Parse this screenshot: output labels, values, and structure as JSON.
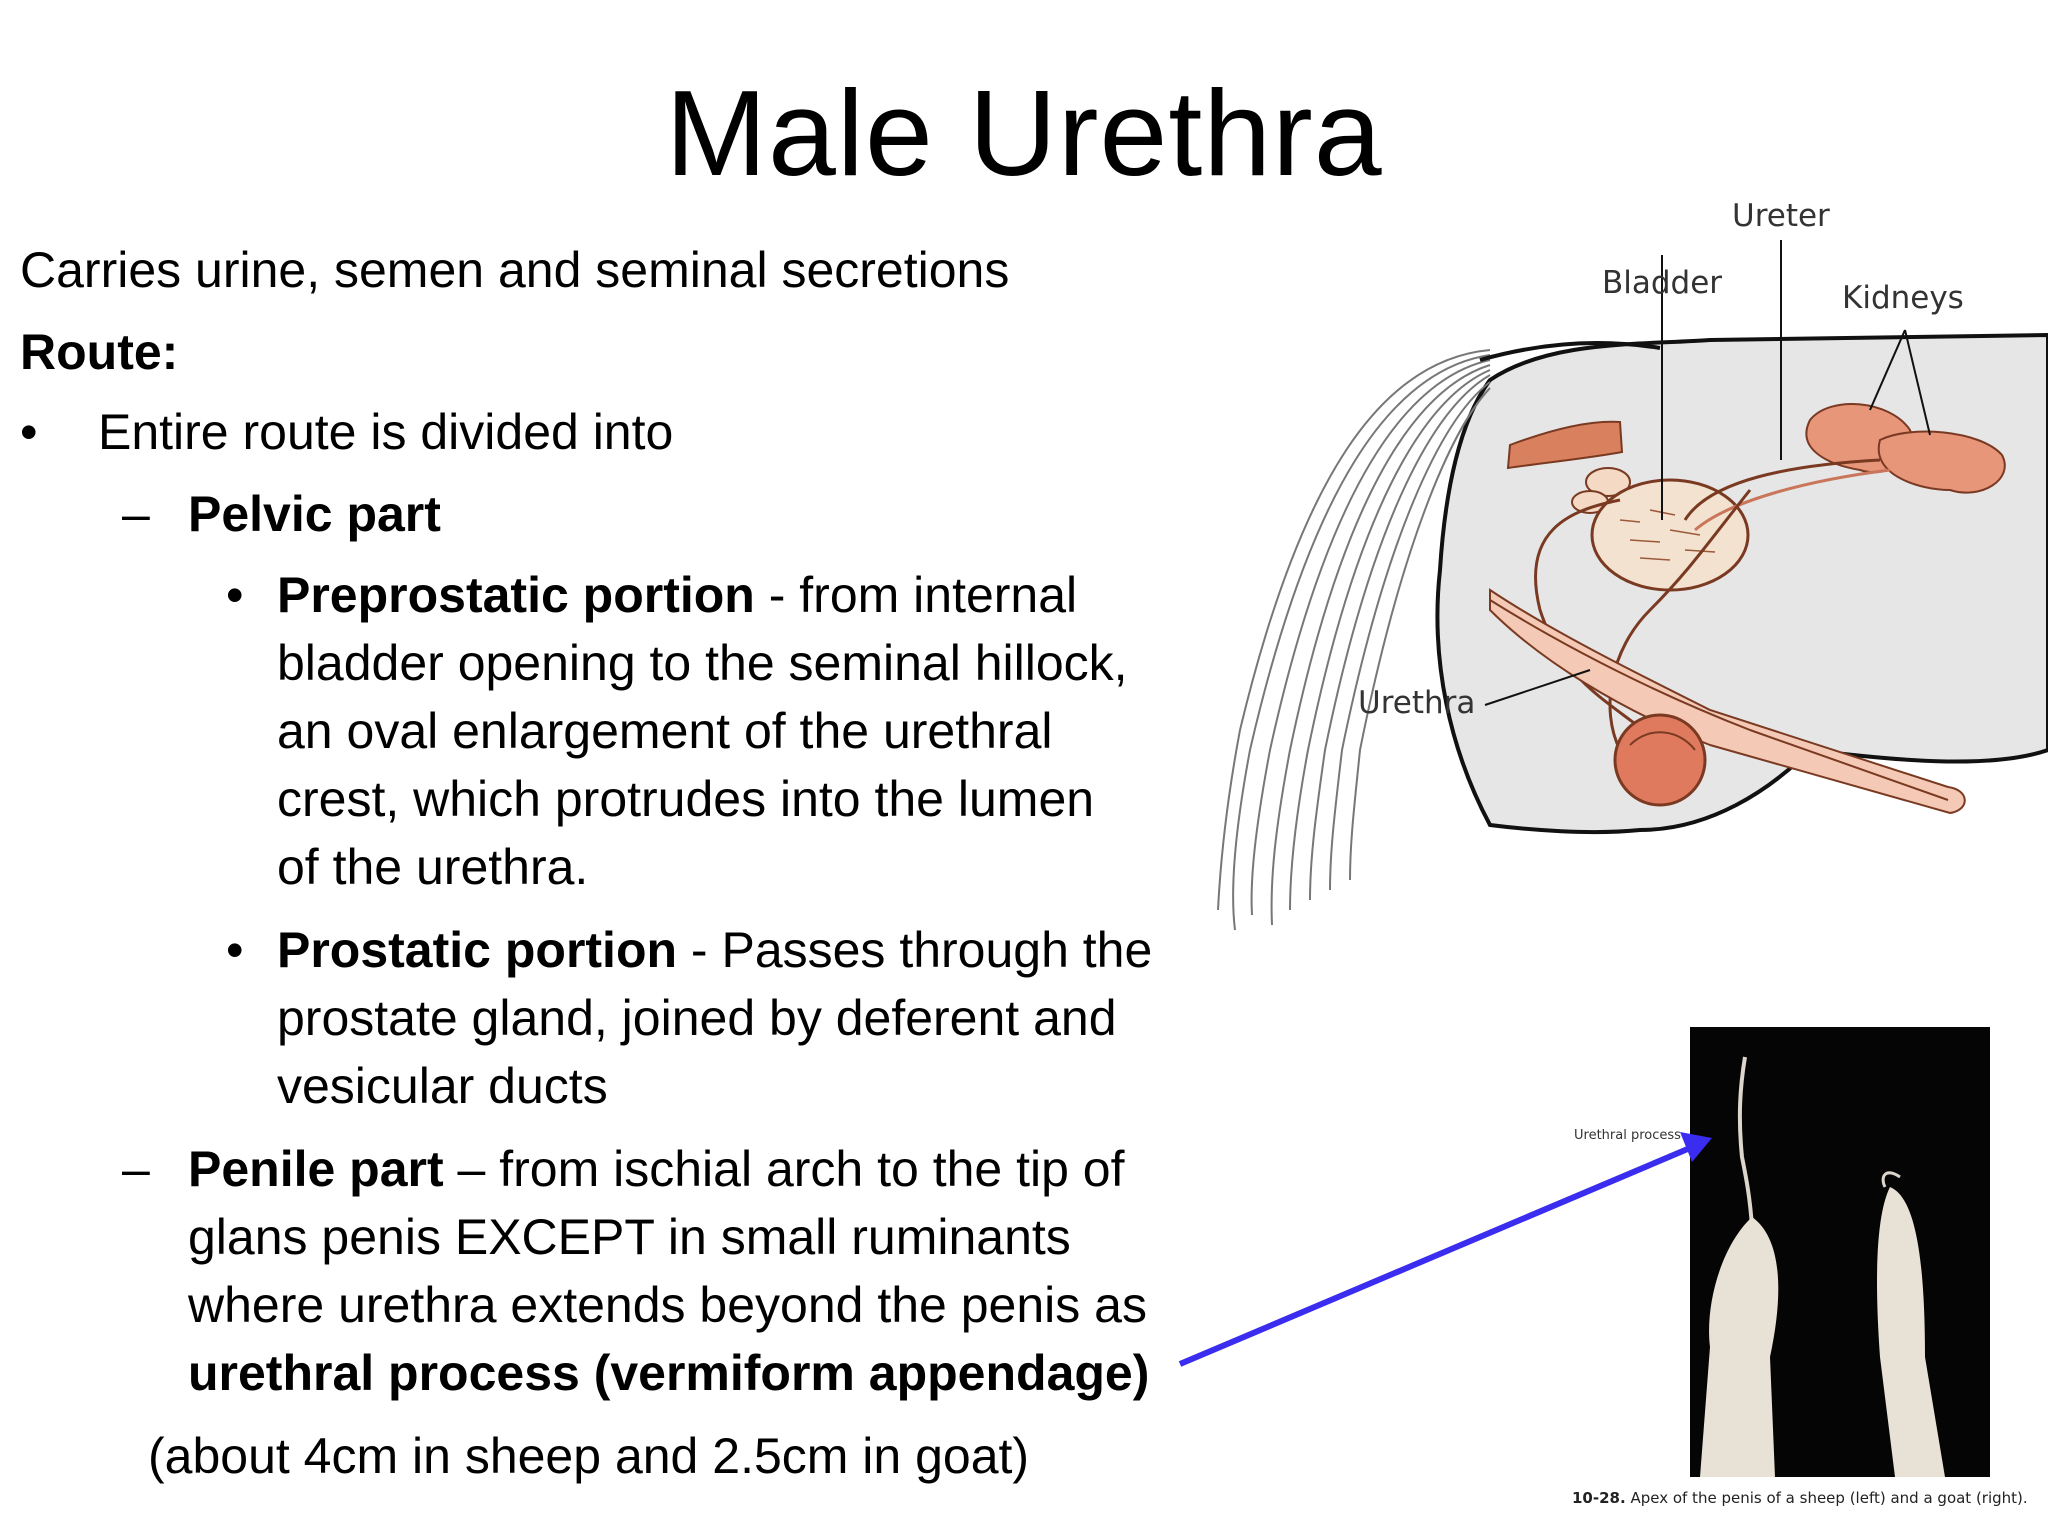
{
  "slide": {
    "title": "Male Urethra",
    "intro": "Carries urine, semen and seminal secretions",
    "route_label": "Route:",
    "bullet_1": "Entire route is divided into",
    "pelvic_heading": "Pelvic part",
    "preprostatic_heading": "Preprostatic portion",
    "preprostatic_lines": [
      " - from internal",
      "bladder opening to the seminal hillock,",
      "an oval enlargement of the urethral",
      "crest, which protrudes into the lumen",
      "of the urethra."
    ],
    "prostatic_heading": "Prostatic portion",
    "prostatic_lines": [
      " - Passes through the",
      "prostate gland, joined by deferent and",
      "vesicular ducts"
    ],
    "penile_heading": "Penile part",
    "penile_lines": [
      " – from ischial arch to the tip of",
      "glans penis EXCEPT in small ruminants",
      "where urethra extends beyond the penis as"
    ],
    "penile_bold_line": "urethral process (vermiform appendage)",
    "size_note": "(about 4cm in sheep and 2.5cm in goat)"
  },
  "diagram": {
    "labels": {
      "ureter": "Ureter",
      "bladder": "Bladder",
      "kidneys": "Kidneys",
      "urethra": "Urethra"
    }
  },
  "photo": {
    "label": "Urethral process",
    "caption_number": "10-28.",
    "caption_text": " Apex of the penis of a sheep (left) and a goat (right).",
    "arrow_color": "#3a2df0"
  }
}
